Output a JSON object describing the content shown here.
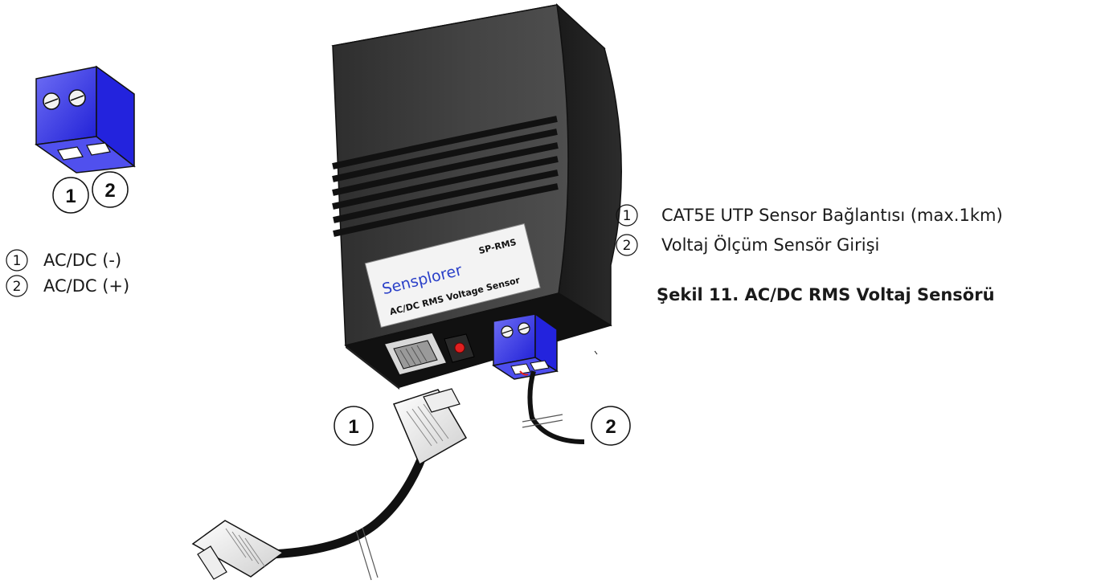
{
  "device": {
    "brand": "Sensplorer",
    "model": "SP-RMS",
    "description": "AC/DC RMS Voltage Sensor"
  },
  "left_legend": {
    "items": [
      {
        "num": "1",
        "label": "AC/DC (-)"
      },
      {
        "num": "2",
        "label": "AC/DC (+)"
      }
    ]
  },
  "right_legend": {
    "items": [
      {
        "num": "1",
        "label": "CAT5E UTP Sensor Bağlantısı (max.1km)"
      },
      {
        "num": "2",
        "label": "Voltaj Ölçüm Sensör Girişi"
      }
    ]
  },
  "caption": "Şekil 11. AC/DC RMS Voltaj Sensörü",
  "callouts": {
    "terminal_block_1": "1",
    "terminal_block_2": "2",
    "rj45_connector": "1",
    "voltage_cable": "2"
  },
  "colors": {
    "housing": "#3a3a3a",
    "housing_dark": "#1c1c1c",
    "terminal_blue": "#3333ee",
    "label_text_blue": "#2a40c8",
    "led_red": "#e02020"
  }
}
